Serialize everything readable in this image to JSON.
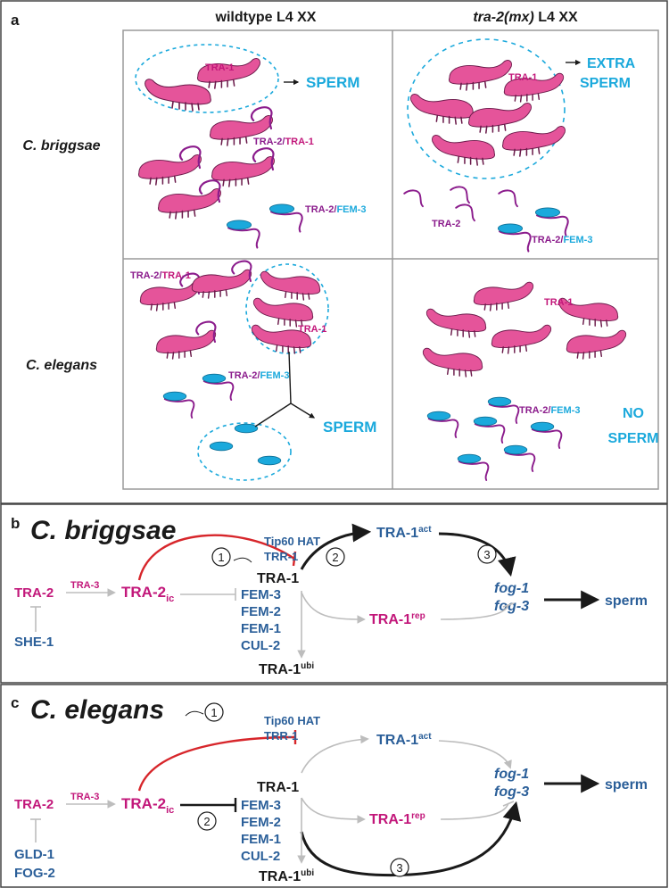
{
  "colors": {
    "pink": "#e5549a",
    "magenta": "#c2177a",
    "purple": "#8b1c8c",
    "cyan": "#1ba9dc",
    "blue_label": "#2d7fc1",
    "dark_blue": "#2b5f99",
    "red": "#d7262b",
    "black": "#1a1a1a",
    "gray": "#bdbdbd",
    "frame": "#9a9a9a"
  },
  "panel_a": {
    "letter": "a",
    "col_wildtype": "wildtype L4 XX",
    "col_mx_italic": "tra-2(mx)",
    "col_mx_rest": " L4 XX",
    "row_briggsae": "C. briggsae",
    "row_elegans": "C. elegans",
    "tra1": "TRA-1",
    "tra2": "TRA-2",
    "tra2_slash": "TRA-2/",
    "tra1_part": "TRA-1",
    "fem3_part": "FEM-3",
    "sperm": "SPERM",
    "extra": "EXTRA",
    "no": "NO"
  },
  "panel_b": {
    "letter": "b",
    "title": "C. briggsae",
    "tra2": "TRA-2",
    "tra3": "TRA-3",
    "tra2ic_base": "TRA-2",
    "tra2ic_sub": "ic",
    "she1": "SHE-1",
    "tip60": "Tip60 HAT",
    "trr1": "TRR-1",
    "tra1": "TRA-1",
    "tra1act_base": "TRA-1",
    "tra1act_sup": "act",
    "tra1rep_base": "TRA-1",
    "tra1rep_sup": "rep",
    "tra1ubi_base": "TRA-1",
    "tra1ubi_sup": "ubi",
    "fem3": "FEM-3",
    "fem2": "FEM-2",
    "fem1": "FEM-1",
    "cul2": "CUL-2",
    "fog1": "fog-1",
    "fog3": "fog-3",
    "sperm": "sperm",
    "step1": "1",
    "step2": "2",
    "step3": "3"
  },
  "panel_c": {
    "letter": "c",
    "title": "C. elegans",
    "tra2": "TRA-2",
    "tra3": "TRA-3",
    "tra2ic_base": "TRA-2",
    "tra2ic_sub": "ic",
    "gld1": "GLD-1",
    "fog2": "FOG-2",
    "tip60": "Tip60 HAT",
    "trr1": "TRR-1",
    "tra1": "TRA-1",
    "tra1act_base": "TRA-1",
    "tra1act_sup": "act",
    "tra1rep_base": "TRA-1",
    "tra1rep_sup": "rep",
    "tra1ubi_base": "TRA-1",
    "tra1ubi_sup": "ubi",
    "fem3": "FEM-3",
    "fem2": "FEM-2",
    "fem1": "FEM-1",
    "cul2": "CUL-2",
    "fog1": "fog-1",
    "fog3": "fog-3",
    "sperm": "sperm",
    "step1": "1",
    "step2": "2",
    "step3": "3"
  }
}
